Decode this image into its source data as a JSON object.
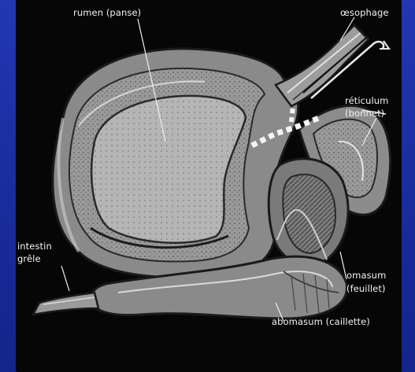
{
  "labels": {
    "rumen": "rumen (panse)",
    "oesophage": "œsophage",
    "reticulum": "réticulum",
    "reticulum_alt": "(bonnet)",
    "intestin": "intestin",
    "intestin_2": "grêle",
    "omasum": "omasum",
    "omasum_alt": "(feuillet)",
    "abomasum": "abomasum (caillette)"
  },
  "colors": {
    "background": "#1b2f9a",
    "panel": "#060606",
    "organ_light": "#a9a9a9",
    "organ_dark": "#4a4a4a",
    "label_text": "#f3f3f3"
  }
}
